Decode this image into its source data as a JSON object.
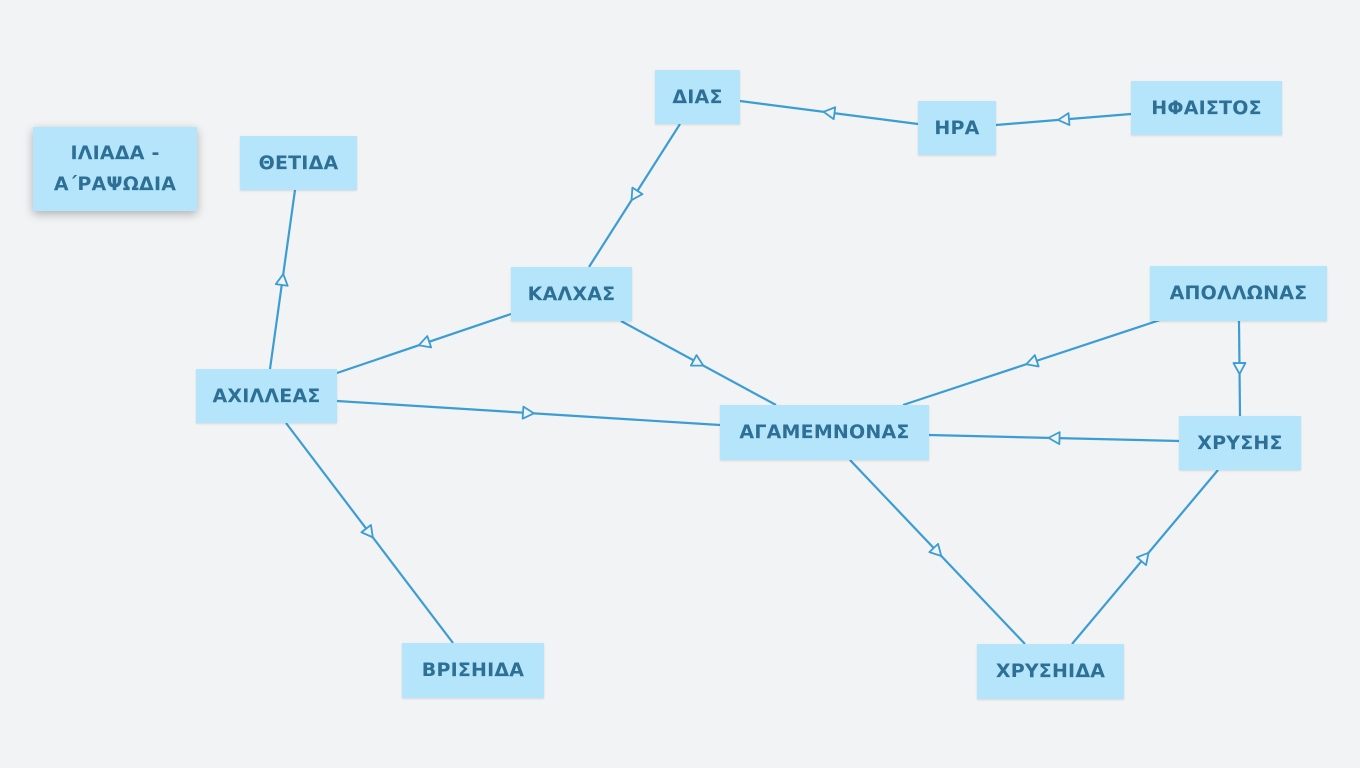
{
  "diagram": {
    "title_node": {
      "label": "ΙΛΙΑΔΑ - Α΄ΡΑΨΩΔΙΑ"
    },
    "nodes": [
      {
        "id": "thetida",
        "label": "ΘΕΤΙΔΑ"
      },
      {
        "id": "dias",
        "label": "ΔΙΑΣ"
      },
      {
        "id": "ira",
        "label": "ΗΡΑ"
      },
      {
        "id": "ifaistos",
        "label": "ΗΦΑΙΣΤΟΣ"
      },
      {
        "id": "kalxas",
        "label": "ΚΑΛΧΑΣ"
      },
      {
        "id": "apollonas",
        "label": "ΑΠΟΛΛΩΝΑΣ"
      },
      {
        "id": "axilleas",
        "label": "ΑΧΙΛΛΕΑΣ"
      },
      {
        "id": "agamemnonas",
        "label": "ΑΓΑΜΕΜΝΟΝΑΣ"
      },
      {
        "id": "xrysis",
        "label": "ΧΡΥΣΗΣ"
      },
      {
        "id": "vrisida",
        "label": "ΒΡΙΣΗΙΔΑ"
      },
      {
        "id": "xrysida",
        "label": "ΧΡΥΣΗΙΔΑ"
      }
    ],
    "edges": [
      {
        "from": "ifaistos",
        "to": "ira"
      },
      {
        "from": "ira",
        "to": "dias"
      },
      {
        "from": "dias",
        "to": "kalxas"
      },
      {
        "from": "kalxas",
        "to": "axilleas"
      },
      {
        "from": "kalxas",
        "to": "agamemnonas"
      },
      {
        "from": "axilleas",
        "to": "thetida"
      },
      {
        "from": "axilleas",
        "to": "agamemnonas"
      },
      {
        "from": "axilleas",
        "to": "vrisida"
      },
      {
        "from": "apollonas",
        "to": "agamemnonas"
      },
      {
        "from": "apollonas",
        "to": "xrysis"
      },
      {
        "from": "xrysis",
        "to": "agamemnonas"
      },
      {
        "from": "agamemnonas",
        "to": "xrysida"
      },
      {
        "from": "xrysida",
        "to": "xrysis"
      }
    ],
    "colors": {
      "node_fill": "#b5e5fb",
      "node_text": "#2d6f95",
      "edge": "#3b9dd3",
      "background": "#f1f3f5"
    }
  }
}
